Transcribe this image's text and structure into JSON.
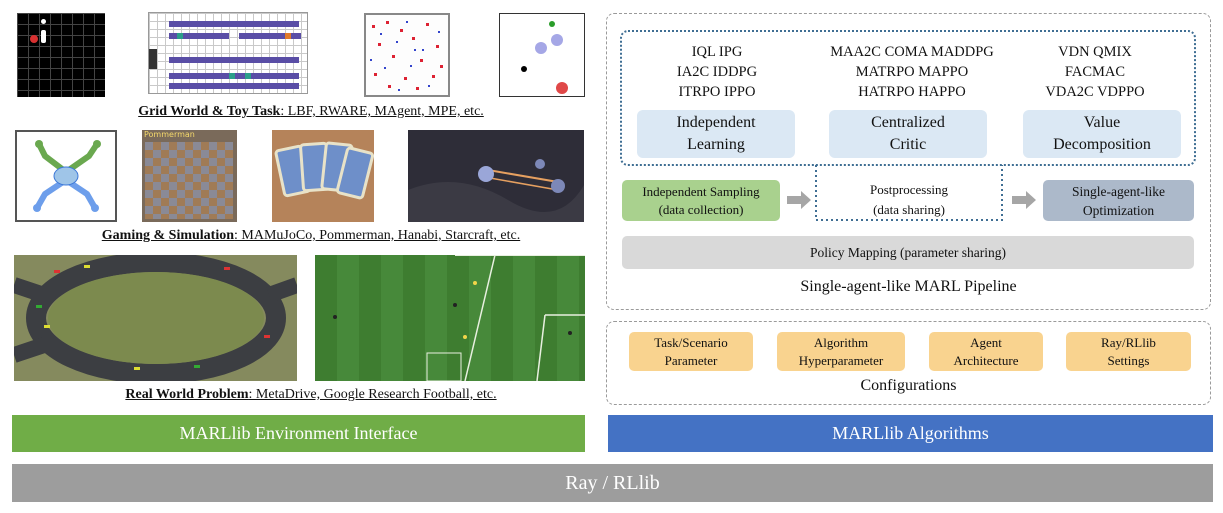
{
  "colors": {
    "env_bar": "#70ad47",
    "alg_bar": "#4472c4",
    "ray_bar": "#9d9d9d",
    "blue_pill": "#dbe8f4",
    "green_pill": "#a9d18e",
    "gray_pill": "#acb9ca",
    "orange_pill": "#f9d38f"
  },
  "left": {
    "grid_caption": {
      "title": "Grid World & Toy Task",
      "rest": ": LBF, RWARE, MAgent, MPE, etc."
    },
    "gaming_caption": {
      "title": "Gaming & Simulation",
      "rest": ": MAMuJoCo, Pommerman, Hanabi, Starcraft, etc."
    },
    "real_caption": {
      "title": "Real World Problem",
      "rest": ": MetaDrive, Google Research Football, etc."
    },
    "pommerman_label": "Pommerman",
    "env_bar_label": "MARLlib Environment Interface"
  },
  "pipeline": {
    "col1": [
      "IQL IPG",
      "IA2C IDDPG",
      "ITRPO IPPO"
    ],
    "col2": [
      "MAA2C COMA MADDPG",
      "MATRPO MAPPO",
      "HATRPO HAPPO"
    ],
    "col3": [
      "VDN QMIX",
      "FACMAC",
      "VDA2C VDPPO"
    ],
    "independent": [
      "Independent",
      "Learning"
    ],
    "centralized": [
      "Centralized",
      "Critic"
    ],
    "value": [
      "Value",
      "Decomposition"
    ],
    "sampling": [
      "Independent Sampling",
      "(data collection)"
    ],
    "postprocessing": [
      "Postprocessing",
      "(data sharing)"
    ],
    "optimization": [
      "Single-agent-like",
      "Optimization"
    ],
    "policy_mapping": "Policy Mapping (parameter sharing)",
    "title": "Single-agent-like MARL Pipeline"
  },
  "config": {
    "items": [
      [
        "Task/Scenario",
        "Parameter"
      ],
      [
        "Algorithm",
        "Hyperparameter"
      ],
      [
        "Agent",
        "Architecture"
      ],
      [
        "Ray/RLlib",
        "Settings"
      ]
    ],
    "title": "Configurations"
  },
  "alg_bar_label": "MARLlib Algorithms",
  "ray_bar_label": "Ray / RLlib"
}
